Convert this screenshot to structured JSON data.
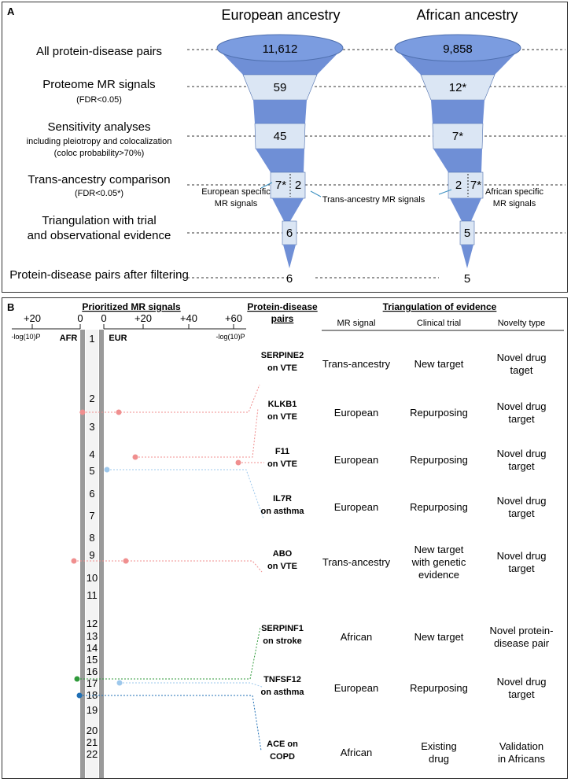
{
  "panel_a": {
    "label": "A",
    "headers": {
      "european": "European ancestry",
      "african": "African ancestry"
    },
    "stages": [
      {
        "title": "All protein-disease pairs",
        "sub": "",
        "eur": "11,612",
        "afr": "9,858"
      },
      {
        "title": "Proteome MR signals",
        "sub": "(FDR<0.05)",
        "eur": "59",
        "afr": "12*"
      },
      {
        "title": "Sensitivity analyses",
        "sub": "including pleiotropy and colocalization",
        "sub2": "(coloc probability>70%)",
        "eur": "45",
        "afr": "7*"
      },
      {
        "title": "Trans-ancestry comparison",
        "sub": "(FDR<0.05*)",
        "eur_a": "7*",
        "eur_b": "2",
        "afr_a": "2",
        "afr_b": "7*"
      },
      {
        "title": "Triangulation with trial",
        "sub": "and observational evidence",
        "eur": "6",
        "afr": "5"
      },
      {
        "title": "Protein-disease pairs after filtering",
        "sub": "",
        "eur": "6",
        "afr": "5"
      }
    ],
    "annotations": {
      "eur_specific_1": "European specific",
      "eur_specific_2": "MR signals",
      "trans": "Trans-ancestry MR signals",
      "afr_specific_1": "African specific",
      "afr_specific_2": "MR signals"
    },
    "colors": {
      "dark": "#6f8fd6",
      "light": "#dbe6f4",
      "edge": "#4e6fae"
    }
  },
  "panel_b": {
    "label": "B",
    "prioritized_header": "Prioritized MR signals",
    "pairs_header_1": "Protein-disease",
    "pairs_header_2": "pairs",
    "triangulation_header": "Triangulation of evidence",
    "col_mr": "MR signal",
    "col_trial": "Clinical trial",
    "col_novelty": "Novelty type",
    "axis_afr": {
      "ticks": [
        "+20",
        "0"
      ],
      "label": "-log(10)P",
      "name": "AFR"
    },
    "axis_eur": {
      "ticks": [
        "0",
        "+20",
        "+40",
        "+60"
      ],
      "label": "-log(10)P",
      "name": "EUR"
    },
    "chromosomes": [
      "1",
      "2",
      "3",
      "4",
      "5",
      "6",
      "7",
      "8",
      "9",
      "10",
      "11",
      "12",
      "13",
      "14",
      "15",
      "16",
      "17",
      "18",
      "19",
      "20",
      "21",
      "22"
    ],
    "rows": [
      {
        "protein": "SERPINE2",
        "disease": "on VTE",
        "mr": "Trans-ancestry",
        "trial": [
          "New target"
        ],
        "novelty": [
          "Novel drug",
          "taget"
        ]
      },
      {
        "protein": "KLKB1",
        "disease": "on VTE",
        "mr": "European",
        "trial": [
          "Repurposing"
        ],
        "novelty": [
          "Novel drug",
          "target"
        ]
      },
      {
        "protein": "F11",
        "disease": "on VTE",
        "mr": "European",
        "trial": [
          "Repurposing"
        ],
        "novelty": [
          "Novel drug",
          "target"
        ]
      },
      {
        "protein": "IL7R",
        "disease": "on asthma",
        "mr": "European",
        "trial": [
          "Repurposing"
        ],
        "novelty": [
          "Novel drug",
          "target"
        ]
      },
      {
        "protein": "ABO",
        "disease": "on VTE",
        "mr": "Trans-ancestry",
        "trial": [
          "New target",
          "with genetic",
          "evidence"
        ],
        "novelty": [
          "Novel drug",
          "target"
        ]
      },
      {
        "protein": "SERPINF1",
        "disease": "on stroke",
        "mr": "African",
        "trial": [
          "New target"
        ],
        "novelty": [
          "Novel protein-",
          "disease pair"
        ]
      },
      {
        "protein": "TNFSF12",
        "disease": "on asthma",
        "mr": "European",
        "trial": [
          "Repurposing"
        ],
        "novelty": [
          "Novel drug",
          "target"
        ]
      },
      {
        "protein": "ACE on",
        "disease": "COPD",
        "mr": "African",
        "trial": [
          "Existing",
          "drug"
        ],
        "novelty": [
          "Validation",
          "in Africans"
        ]
      }
    ],
    "dot_colors": {
      "vte": "#f08f8f",
      "asthma": "#9ec8ec",
      "stroke": "#2f9a3a",
      "copd": "#1f6fb5"
    }
  }
}
